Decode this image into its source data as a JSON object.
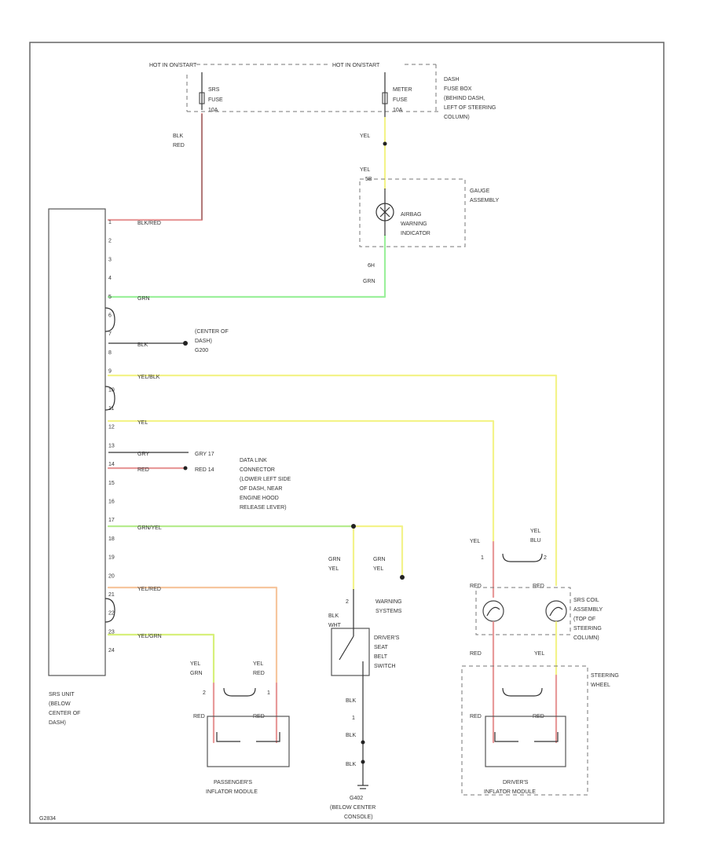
{
  "fuse_box": {
    "hot_in_label": "HOT IN ON/START",
    "hot_in_label2": "HOT IN ON/START",
    "srs_fuse": [
      "SRS",
      "FUSE",
      "10A"
    ],
    "meter_fuse": [
      "METER",
      "FUSE",
      "10A"
    ],
    "location": [
      "DASH",
      "FUSE BOX",
      "(BEHIND DASH,",
      "LEFT OF STEERING",
      "COLUMN)"
    ]
  },
  "gauge": {
    "top_wire": "YEL",
    "pin_top_color": "YEL",
    "pin_top": "5B",
    "label": [
      "GAUGE",
      "ASSEMBLY"
    ],
    "indicator": [
      "AIRBAG",
      "WARNING",
      "INDICATOR"
    ],
    "pin_bottom": "6H",
    "pin_bottom_color": "GRN"
  },
  "srs_unit": {
    "pins": [
      "1",
      "2",
      "3",
      "4",
      "5",
      "6",
      "7",
      "8",
      "9",
      "10",
      "11",
      "12",
      "13",
      "14",
      "15",
      "16",
      "17",
      "18",
      "19",
      "20",
      "21",
      "22",
      "23",
      "24"
    ],
    "label": [
      "SRS UNIT",
      "(BELOW",
      "CENTER OF",
      "DASH)"
    ],
    "wire1": "BLK/RED",
    "wire1_left": [
      "BLK",
      "RED"
    ],
    "wire6": "GRN",
    "wire7": "BLK",
    "wire8": "YEL/BLK",
    "wire10": "YEL",
    "wire12": "GRY",
    "wire13": "RED",
    "wire17": "GRN/YEL",
    "wire21": "YEL/RED",
    "wire23": "YEL/GRN"
  },
  "ground_center": [
    "(CENTER OF",
    "DASH)",
    "G200"
  ],
  "data_link": {
    "gry_pin": "GRY 17",
    "red_pin": "RED 14",
    "label": [
      "DATA LINK",
      "CONNECTOR",
      "(LOWER LEFT SIDE",
      "OF DASH, NEAR",
      "ENGINE HOOD",
      "RELEASE LEVER)"
    ]
  },
  "warning": {
    "left": [
      "GRN",
      "YEL"
    ],
    "right": [
      "GRN",
      "YEL"
    ],
    "label": [
      "WARNING",
      "SYSTEMS"
    ]
  },
  "seat_belt": {
    "top_pin": "2",
    "top_color": [
      "BLK",
      "WHT"
    ],
    "label": [
      "DRIVER'S",
      "SEAT",
      "BELT",
      "SWITCH"
    ],
    "blk1": "BLK",
    "pin1": "1",
    "blk2": "BLK",
    "blk3": "BLK"
  },
  "ground_lower": [
    "G402",
    "(BELOW CENTER",
    "CONSOLE)"
  ],
  "passenger": {
    "left_wire": [
      "YEL",
      "GRN"
    ],
    "right_wire": [
      "YEL",
      "RED"
    ],
    "pin2": "2",
    "pin1": "1",
    "red_left": "RED",
    "red_right": "RED",
    "label": [
      "PASSENGER'S",
      "INFLATOR MODULE"
    ]
  },
  "driver": {
    "yel_left": "YEL",
    "pin_left": "1",
    "yel_blu": [
      "YEL",
      "BLU"
    ],
    "pin_right": "2",
    "red_a": "RED",
    "red_b": "RED",
    "cable_label": [
      "SRS COIL",
      "ASSEMBLY",
      "(TOP OF",
      "STEERING",
      "COLUMN)"
    ],
    "red_c": "RED",
    "yel_c": "YEL",
    "wheel_label": [
      "STEERING",
      "WHEEL"
    ],
    "red_d": "RED",
    "red_e": "RED",
    "label": [
      "DRIVER'S",
      "INFLATOR MODULE"
    ]
  },
  "footer_code": "G2834"
}
